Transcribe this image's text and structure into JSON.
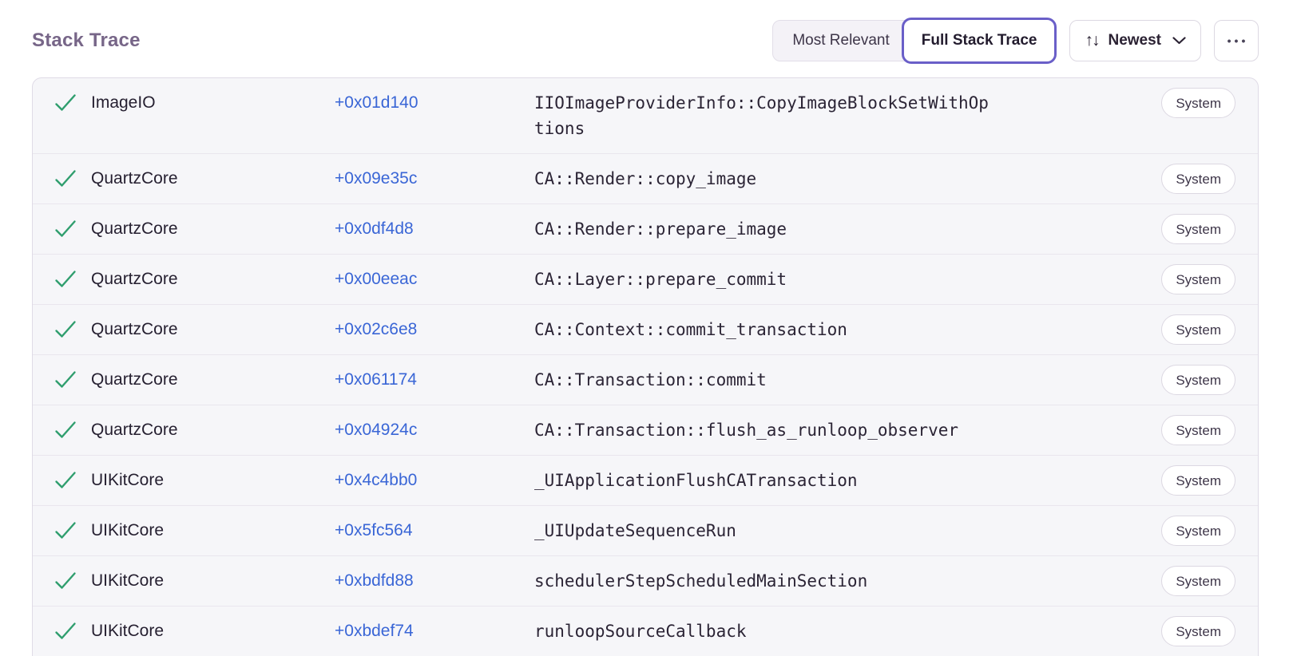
{
  "page": {
    "title": "Stack Trace"
  },
  "toolbar": {
    "view_toggle": {
      "most_relevant_label": "Most Relevant",
      "full_stack_trace_label": "Full Stack Trace",
      "active": "Full Stack Trace"
    },
    "sort": {
      "label": "Newest",
      "glyph": "↑↓"
    },
    "more_glyph": "•••"
  },
  "colors": {
    "accent_purple": "#6a5fc8",
    "link_blue": "#3a66d6",
    "check_green": "#2f9e6e",
    "title_gray_purple": "#776688",
    "row_background": "#f6f6f9"
  },
  "icons": {
    "check": "check-icon",
    "sort": "sort-arrows-icon",
    "chevron": "chevron-down-icon",
    "more": "ellipsis-icon"
  },
  "table": {
    "rows": [
      {
        "module": "ImageIO",
        "address": "+0x01d140",
        "function": "IIOImageProviderInfo::CopyImageBlockSetWithOptions",
        "badge": "System"
      },
      {
        "module": "QuartzCore",
        "address": "+0x09e35c",
        "function": "CA::Render::copy_image",
        "badge": "System"
      },
      {
        "module": "QuartzCore",
        "address": "+0x0df4d8",
        "function": "CA::Render::prepare_image",
        "badge": "System"
      },
      {
        "module": "QuartzCore",
        "address": "+0x00eeac",
        "function": "CA::Layer::prepare_commit",
        "badge": "System"
      },
      {
        "module": "QuartzCore",
        "address": "+0x02c6e8",
        "function": "CA::Context::commit_transaction",
        "badge": "System"
      },
      {
        "module": "QuartzCore",
        "address": "+0x061174",
        "function": "CA::Transaction::commit",
        "badge": "System"
      },
      {
        "module": "QuartzCore",
        "address": "+0x04924c",
        "function": "CA::Transaction::flush_as_runloop_observer",
        "badge": "System"
      },
      {
        "module": "UIKitCore",
        "address": "+0x4c4bb0",
        "function": "_UIApplicationFlushCATransaction",
        "badge": "System"
      },
      {
        "module": "UIKitCore",
        "address": "+0x5fc564",
        "function": "_UIUpdateSequenceRun",
        "badge": "System"
      },
      {
        "module": "UIKitCore",
        "address": "+0xbdfd88",
        "function": "schedulerStepScheduledMainSection",
        "badge": "System"
      },
      {
        "module": "UIKitCore",
        "address": "+0xbdef74",
        "function": "runloopSourceCallback",
        "badge": "System"
      }
    ]
  }
}
